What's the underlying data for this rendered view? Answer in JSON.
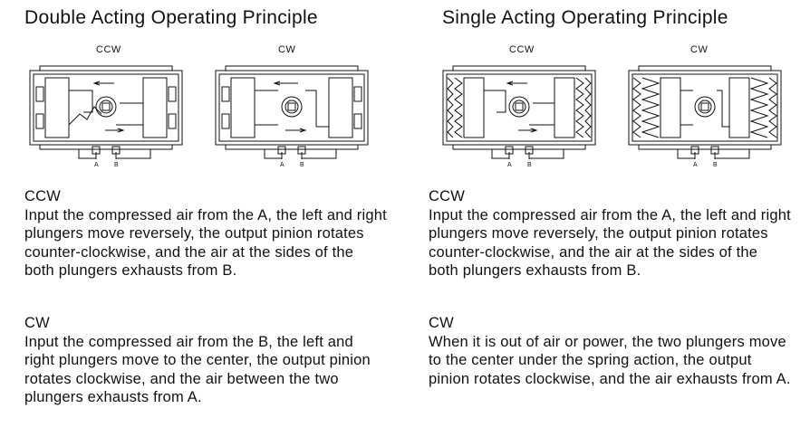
{
  "double": {
    "title": "Double Acting Operating Principle",
    "diagrams": [
      {
        "label": "CCW",
        "port_a": "A",
        "port_b": "B"
      },
      {
        "label": "CW",
        "port_a": "A",
        "port_b": "B"
      }
    ],
    "sections": [
      {
        "heading": "CCW",
        "text": "Input the compressed air from the A, the left and right plungers move reversely, the output pinion rotates counter-clockwise, and the air at the sides of the both plungers exhausts from B."
      },
      {
        "heading": "CW",
        "text": "Input the compressed air from the B, the left and right plungers move to the center, the output pinion rotates clockwise, and the air between the two plungers exhausts from A."
      }
    ]
  },
  "single": {
    "title": "Single Acting Operating Principle",
    "diagrams": [
      {
        "label": "CCW",
        "port_a": "A",
        "port_b": "B"
      },
      {
        "label": "CW",
        "port_a": "A",
        "port_b": "B"
      }
    ],
    "sections": [
      {
        "heading": "CCW",
        "text": "Input the compressed air from the A, the left and right plungers move reversely, the output pinion rotates counter-clockwise, and the air at the sides of the both plungers exhausts from B."
      },
      {
        "heading": "CW",
        "text": "When it is out of air or power, the two plungers move to the center under the spring action, the output pinion rotates clockwise, and the air exhausts from A."
      }
    ]
  }
}
